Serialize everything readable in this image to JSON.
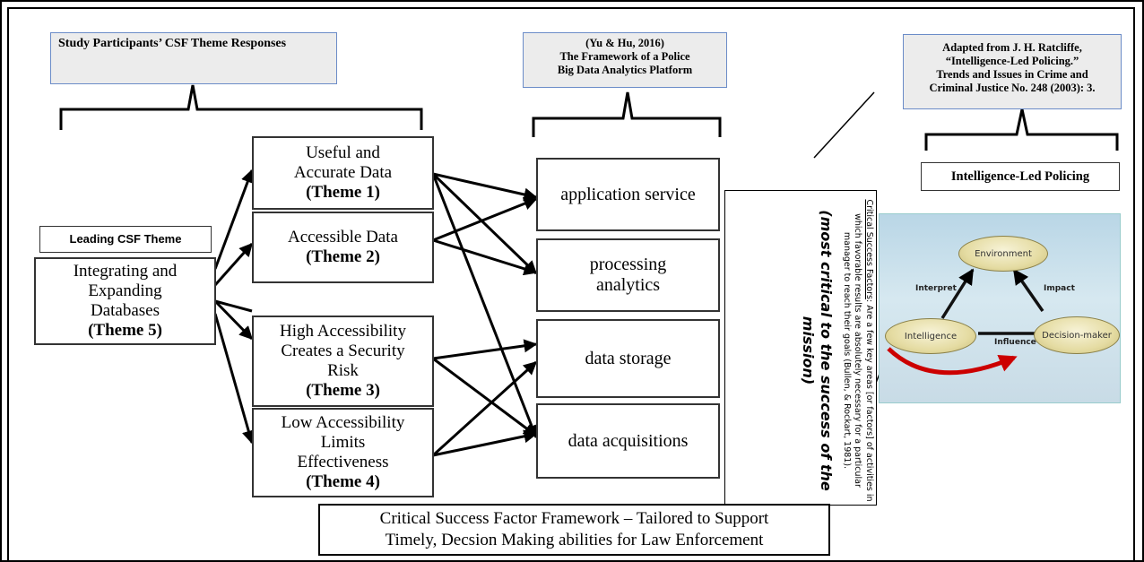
{
  "headers": {
    "study": "Study Participants’ CSF Theme Responses",
    "framework": [
      "(Yu & Hu, 2016)",
      "The Framework  of a Police",
      "Big Data Analytics Platform"
    ],
    "adapted": [
      "Adapted from J. H. Ratcliffe,",
      "“Intelligence-Led Policing.”",
      "Trends and Issues in Crime and",
      "Criminal  Justice No. 248 (2003): 3."
    ]
  },
  "leading": {
    "label": "Leading CSF Theme",
    "text": [
      "Integrating and",
      "Expanding",
      "Databases"
    ],
    "theme": "(Theme 5)"
  },
  "themes": [
    {
      "text": [
        "Useful and",
        "Accurate Data"
      ],
      "theme": "(Theme 1)"
    },
    {
      "text": [
        "Accessible Data"
      ],
      "theme": "(Theme 2)"
    },
    {
      "text": [
        "High Accessibility",
        "Creates a Security",
        "Risk"
      ],
      "theme": "(Theme 3)"
    },
    {
      "text": [
        "Low Accessibility",
        "Limits",
        "Effectiveness"
      ],
      "theme": "(Theme 4)"
    }
  ],
  "targets": [
    {
      "text": [
        "application  service"
      ]
    },
    {
      "text": [
        "processing",
        "analytics"
      ]
    },
    {
      "text": [
        "data storage"
      ]
    },
    {
      "text": [
        "data acquisitions"
      ]
    }
  ],
  "definition": {
    "term": "Critical Success Factors",
    "body": ": Are a few key areas [or factors] of activities in which favorable results are absolutely necessary for a particular manager to reach their goals (Bullen, & Rockart, 1981).",
    "emphasis": "(most critical to the success of the mission)"
  },
  "ilp": {
    "label": "Intelligence-Led Policing",
    "nodes": {
      "environment": "Environment",
      "intelligence": "Intelligence",
      "decision": "Decision-maker"
    },
    "edges": {
      "interpret": "Interpret",
      "impact": "Impact",
      "influence": "Influence"
    }
  },
  "footer": [
    "Critical Success Factor Framework – Tailored to Support",
    "Timely, Decsion Making abilities for Law Enforcement"
  ]
}
